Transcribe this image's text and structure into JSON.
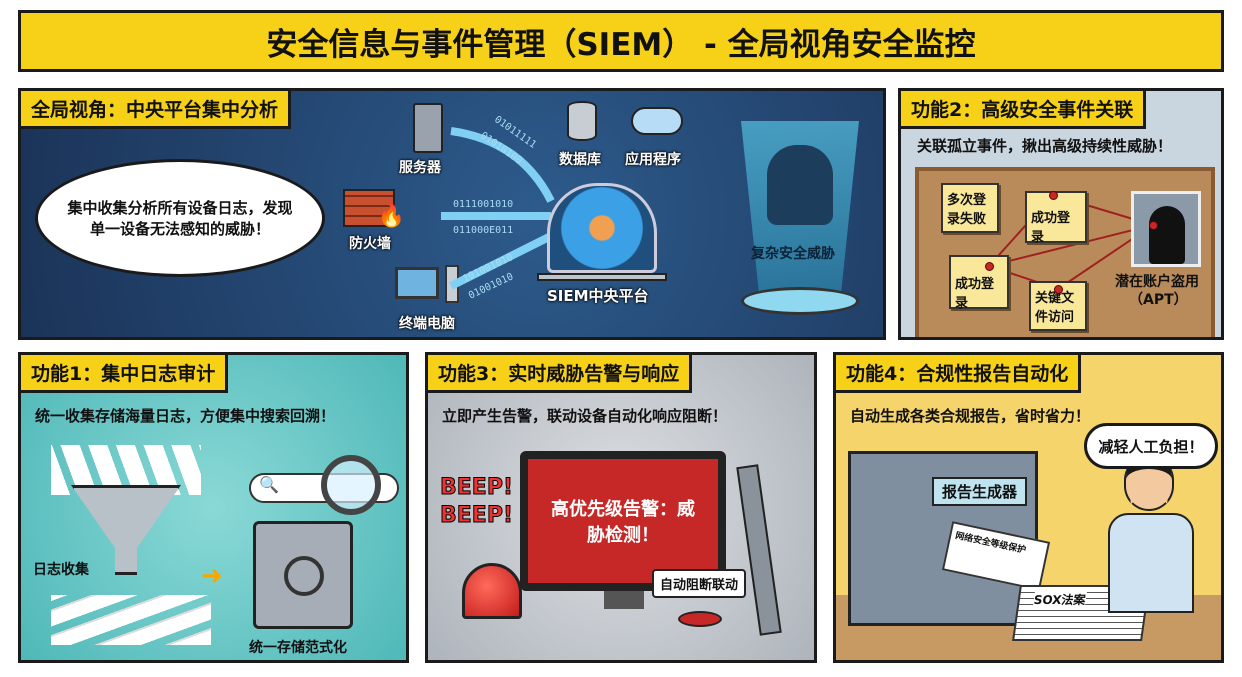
{
  "title": "安全信息与事件管理（SIEM） - 全局视角安全监控",
  "panel_overview": {
    "tag": "全局视角：中央平台集中分析",
    "speech": "集中收集分析所有设备日志，发现单一设备无法感知的威胁！",
    "sources": {
      "server": "服务器",
      "firewall": "防火墙",
      "endpoint": "终端电脑",
      "database": "数据库",
      "app": "应用程序"
    },
    "binary": [
      "01011111",
      "01010100",
      "0111001010",
      "011000E011",
      "101001010",
      "01001010"
    ],
    "platform": "SIEM中央平台",
    "threat": "复杂安全威胁"
  },
  "panel_correlation": {
    "tag": "功能2：高级安全事件关联",
    "caption": "关联孤立事件，揪出高级持续性威胁！",
    "notes": [
      "多次登录失败",
      "成功登录",
      "成功登录",
      "关键文件访问"
    ],
    "suspect": "潜在账户盗用",
    "suspect_sub": "（APT）"
  },
  "panel_audit": {
    "tag": "功能1：集中日志审计",
    "caption": "统一收集存储海量日志，方便集中搜索回溯！",
    "collect": "日志收集",
    "store": "统一存储范式化"
  },
  "panel_alert": {
    "tag": "功能3：实时威胁告警与响应",
    "caption": "立即产生告警，联动设备自动化响应阻断！",
    "beep1": "BEEP!",
    "beep2": "BEEP!",
    "screen": "高优先级告警：威胁检测！",
    "button": "自动阻断联动"
  },
  "panel_compliance": {
    "tag": "功能4：合规性报告自动化",
    "caption": "自动生成各类合规报告，省时省力！",
    "machine": "报告生成器",
    "report1": "网络安全等级保护",
    "report2": "SOX法案",
    "speech": "减轻人工负担！"
  },
  "colors": {
    "accent": "#f7d117",
    "overview_bg": "#1f3b63",
    "correlation_bg": "#c9d5df",
    "audit_bg": "#6ccac8",
    "alert_bg": "#c7cbd1",
    "compliance_bg": "#f5d46c",
    "cork": "#b98a5a",
    "alert_red": "#c62828"
  }
}
